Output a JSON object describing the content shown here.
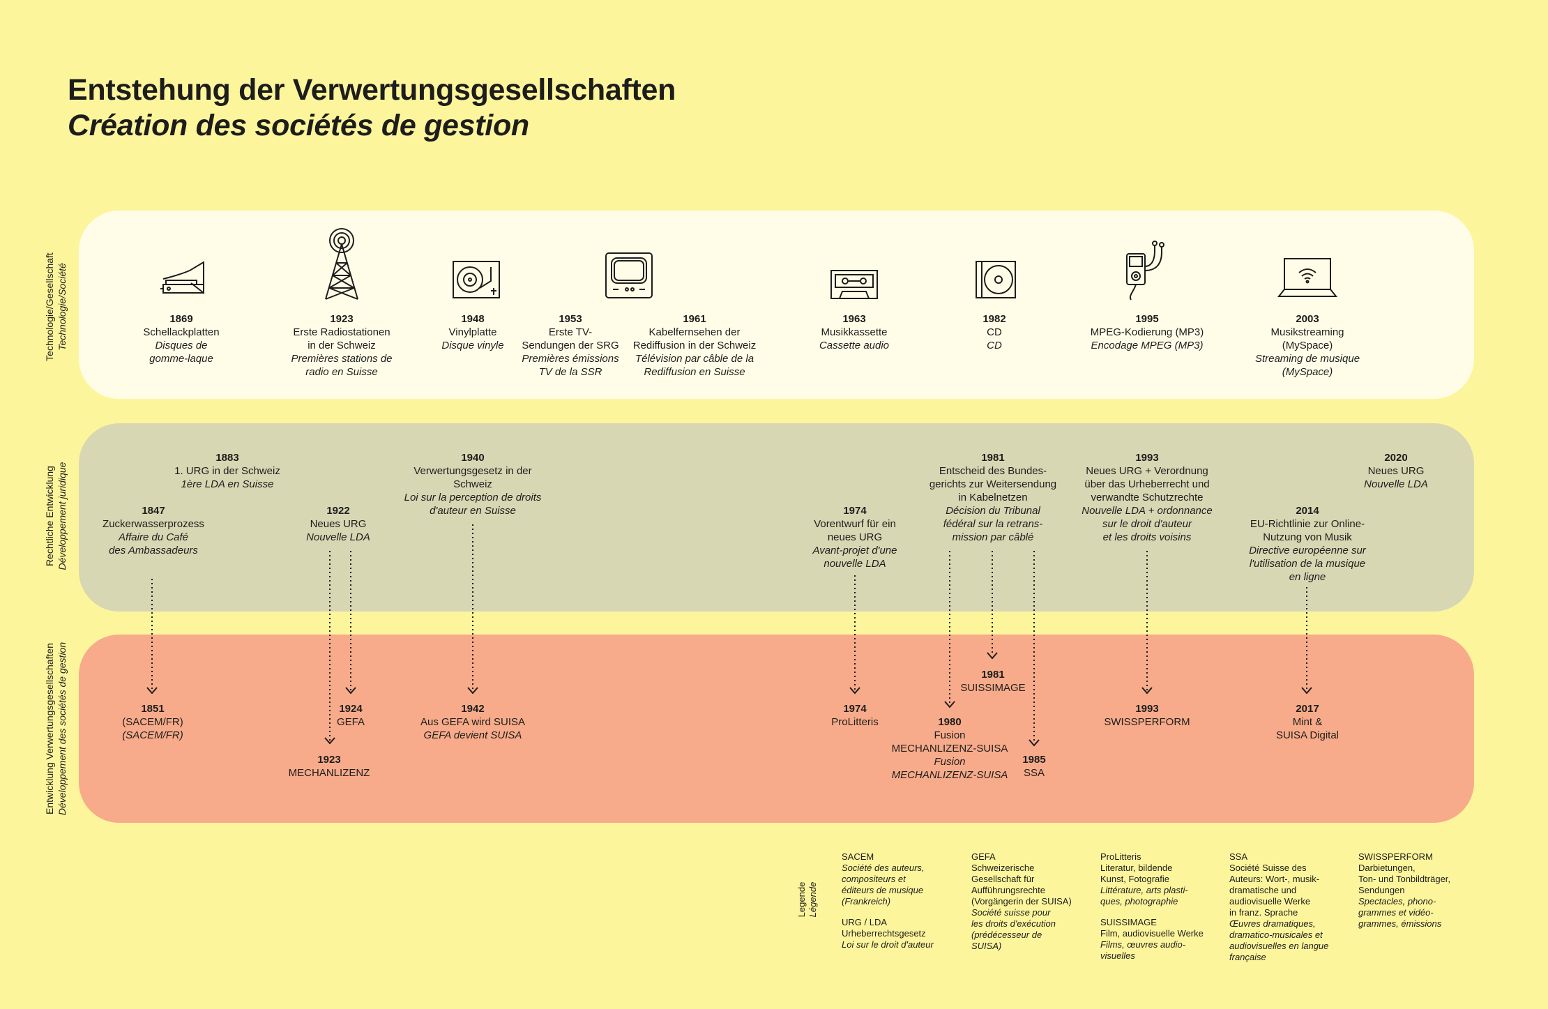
{
  "title": {
    "de": "Entstehung der Verwertungsgesellschaften",
    "fr": "Création des sociétés de gestion"
  },
  "rows": {
    "tech": {
      "de": "Technologie/Gesellschaft",
      "fr": "Technologie/Société"
    },
    "legal": {
      "de": "Rechtliche Entwicklung",
      "fr": "Développement juridique"
    },
    "soc": {
      "de": "Entwicklung Verwertungsgesellschaften",
      "fr": "Développement des sociétés de gestion"
    }
  },
  "tech_events": [
    {
      "year": "1869",
      "de": "Schellackplatten",
      "fr": "Disques de\ngomme-laque",
      "icon": "gramophone-icon"
    },
    {
      "year": "1923",
      "de": "Erste Radiostationen\nin der Schweiz",
      "fr": "Premières stations de\nradio en Suisse",
      "icon": "radio-tower-icon"
    },
    {
      "year": "1948",
      "de": "Vinylplatte",
      "fr": "Disque vinyle",
      "icon": "turntable-icon"
    },
    {
      "year": "1953",
      "de": "Erste TV-\nSendungen der SRG",
      "fr": "Premières émissions\nTV de la SSR",
      "icon": "television-icon"
    },
    {
      "year": "1961",
      "de": "Kabelfernsehen der\nRediffusion in der Schweiz",
      "fr": "Télévision par câble de la\nRediffusion en Suisse",
      "icon": ""
    },
    {
      "year": "1963",
      "de": "Musikkassette",
      "fr": "Cassette audio",
      "icon": "cassette-icon"
    },
    {
      "year": "1982",
      "de": "CD",
      "fr": "CD",
      "icon": "cd-icon"
    },
    {
      "year": "1995",
      "de": "MPEG-Kodierung (MP3)",
      "fr": "Encodage MPEG (MP3)",
      "icon": "mp3-player-icon"
    },
    {
      "year": "2003",
      "de": "Musikstreaming\n(MySpace)",
      "fr": "Streaming de musique\n(MySpace)",
      "icon": "laptop-wifi-icon"
    }
  ],
  "legal_events": [
    {
      "year": "1883",
      "de": "1. URG in der Schweiz",
      "fr": "1ère LDA en Suisse"
    },
    {
      "year": "1847",
      "de": "Zuckerwasserprozess",
      "fr": "Affaire du Café\ndes Ambassadeurs"
    },
    {
      "year": "1922",
      "de": "Neues URG",
      "fr": "Nouvelle LDA"
    },
    {
      "year": "1940",
      "de": "Verwertungsgesetz in der\nSchweiz",
      "fr": "Loi sur la perception de droits\nd'auteur en Suisse"
    },
    {
      "year": "1974",
      "de": "Vorentwurf für ein\nneues URG",
      "fr": "Avant-projet d'une\nnouvelle LDA"
    },
    {
      "year": "1981",
      "de": "Entscheid des Bundes-\ngerichts zur Weitersendung\nin Kabelnetzen",
      "fr": "Décision du Tribunal\nfédéral sur la retrans-\nmission par câblé"
    },
    {
      "year": "1993",
      "de": "Neues URG + Verordnung\nüber das Urheberrecht und\nverwandte Schutzrechte",
      "fr": "Nouvelle LDA + ordonnance\nsur le droit d'auteur\net les droits voisins"
    },
    {
      "year": "2014",
      "de": "EU-Richtlinie zur Online-\nNutzung von Musik",
      "fr": "Directive européenne sur\nl'utilisation de la musique\nen ligne"
    },
    {
      "year": "2020",
      "de": "Neues URG",
      "fr": "Nouvelle LDA"
    }
  ],
  "soc_events": [
    {
      "year": "1851",
      "de": "(SACEM/FR)",
      "fr": "(SACEM/FR)"
    },
    {
      "year": "1924",
      "de": "GEFA",
      "fr": ""
    },
    {
      "year": "1923",
      "de": "MECHANLIZENZ",
      "fr": ""
    },
    {
      "year": "1942",
      "de": "Aus GEFA wird SUISA",
      "fr": "GEFA devient SUISA"
    },
    {
      "year": "1974",
      "de": "ProLitteris",
      "fr": ""
    },
    {
      "year": "1981",
      "de": "SUISSIMAGE",
      "fr": ""
    },
    {
      "year": "1980",
      "de": "Fusion\nMECHANLIZENZ-SUISA",
      "fr": "Fusion\nMECHANLIZENZ-SUISA"
    },
    {
      "year": "1985",
      "de": "SSA",
      "fr": ""
    },
    {
      "year": "1993",
      "de": "SWISSPERFORM",
      "fr": ""
    },
    {
      "year": "2017",
      "de": "Mint &\nSUISA Digital",
      "fr": ""
    }
  ],
  "legend": {
    "label_de": "Legende",
    "label_fr": "Légende",
    "items": [
      {
        "abbr": "SACEM",
        "de": "",
        "fr": "Société des auteurs,\ncompositeurs et\néditeurs de musique\n(Frankreich)"
      },
      {
        "abbr": "URG / LDA",
        "de": "Urheberrechtsgesetz",
        "fr": "Loi sur le droit d'auteur"
      },
      {
        "abbr": "GEFA",
        "de": "Schweizerische\nGesellschaft für\nAufführungsrechte\n(Vorgängerin der SUISA)",
        "fr": "Société suisse pour\nles droits d'exécution\n(prédécesseur de\nSUISA)"
      },
      {
        "abbr": "ProLitteris",
        "de": "Literatur, bildende\nKunst, Fotografie",
        "fr": "Littérature, arts plasti-\nques, photographie"
      },
      {
        "abbr": "SUISSIMAGE",
        "de": "Film, audiovisuelle Werke",
        "fr": "Films, œuvres audio-\nvisuelles"
      },
      {
        "abbr": "SSA",
        "de": "Société Suisse des\nAuteurs: Wort-, musik-\ndramatische und\naudiovisuelle Werke\nin franz. Sprache",
        "fr": "Œuvres dramatiques,\ndramatico-musicales et\naudiovisuelles en langue\nfrançaise"
      },
      {
        "abbr": "SWISSPERFORM",
        "de": "Darbietungen,\nTon- und Tonbildträger,\nSendungen",
        "fr": "Spectacles, phono-\ngrammes et vidéo-\ngrammes, émissions"
      }
    ]
  },
  "colors": {
    "background": "#fdf59c",
    "tech_band": "#fffde8",
    "legal_band": "#d7d7b4",
    "society_band": "#f7ab8a",
    "ink": "#1d1d1b"
  }
}
